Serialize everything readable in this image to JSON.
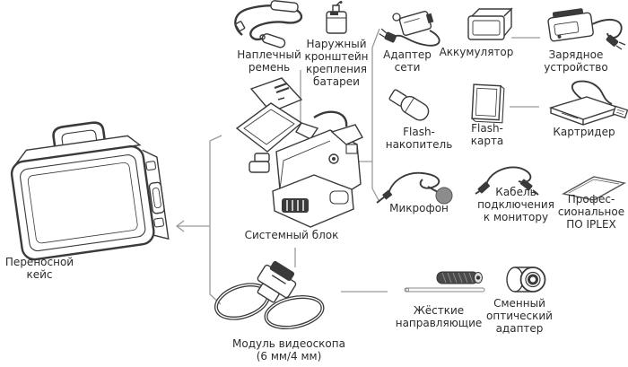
{
  "colors": {
    "ink": "#3a3a3a",
    "connector_line": "#9a9a9a",
    "text": "#2b2b2b",
    "mic_ball": "#8c8c8c",
    "dark_fill": "#4a4a4a"
  },
  "items": {
    "case": {
      "label": "Переносной\nкейс"
    },
    "strap": {
      "label": "Наплечный\nремень"
    },
    "battery_bracket": {
      "label": "Наружный\nкронштейн\nкрепления\nбатареи"
    },
    "system_unit": {
      "label": "Системный блок"
    },
    "videoscope": {
      "label": "Модуль видеоскопа\n(6 мм/4 мм)"
    },
    "ac_adapter": {
      "label": "Адаптер\nсети"
    },
    "battery": {
      "label": "Аккумулятор"
    },
    "charger": {
      "label": "Зарядное\nустройство"
    },
    "flash_drive": {
      "label": "Flash-\nнакопитель"
    },
    "flash_card": {
      "label": "Flash-\nкарта"
    },
    "card_reader": {
      "label": "Картридер"
    },
    "microphone": {
      "label": "Микрофон"
    },
    "monitor_cable": {
      "label": "Кабель\nподключения\nк монитору"
    },
    "software": {
      "label": "Профес-\nсиональное\nПО IPLEX"
    },
    "rigid_guides": {
      "label": "Жёсткие\nнаправляющие"
    },
    "optical_adapter": {
      "label": "Сменный\nоптический\nадаптер"
    }
  }
}
